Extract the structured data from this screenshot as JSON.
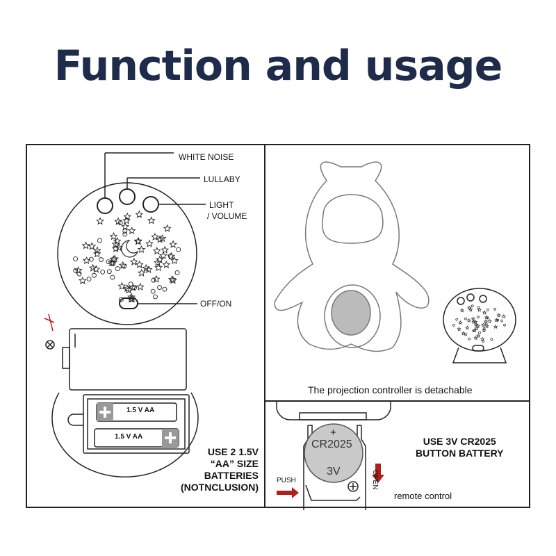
{
  "title": "Function and usage",
  "controller_labels": {
    "white_noise": "WHITE NOISE",
    "lullaby": "LULLABY",
    "light": "LIGHT",
    "volume": "/ VOLUME",
    "off_on": "OFF/ON"
  },
  "aa_battery": {
    "cell_label_1": "1.5 V   AA",
    "cell_label_2": "1.5 V   AA",
    "note_lines": [
      "USE 2  1.5V",
      "“AA”  SIZE",
      "BATTERIES",
      "(NOTNCLUSION)"
    ]
  },
  "toy": {
    "caption": "The projection controller is detachable"
  },
  "coin_battery": {
    "plus": "+",
    "model": "CR2025",
    "voltage": "3V",
    "push": "PUSH",
    "open": "OPEN",
    "note_lines": [
      "USE 3V CR2025",
      "BUTTON BATTERY"
    ],
    "caption": "remote control"
  },
  "colors": {
    "title": "#1f2b4a",
    "arrow": "#b01e1e",
    "line": "#222222"
  }
}
